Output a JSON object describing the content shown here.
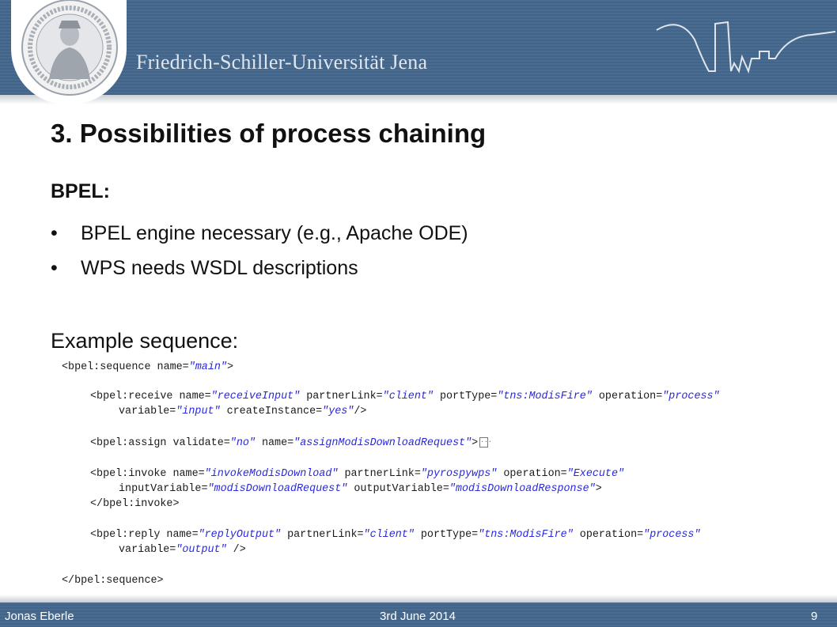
{
  "header": {
    "university": "Friedrich-Schiller-Universität Jena",
    "seal_icon": "university-seal-icon",
    "skyline_icon": "jena-skyline-icon"
  },
  "slide": {
    "title": "3. Possibilities of process chaining",
    "subheading": "BPEL:",
    "bullets": [
      "BPEL engine necessary (e.g., Apache ODE)",
      "WPS needs WSDL descriptions"
    ],
    "bullet_symbol": "•",
    "example_label": "Example sequence:"
  },
  "code": {
    "lines": [
      {
        "indent": 0,
        "parts": [
          "<bpel:sequence name=",
          "\"main\"",
          ">"
        ]
      },
      {
        "indent": 3,
        "parts": [
          "<bpel:receive name=",
          "\"receiveInput\"",
          " partnerLink=",
          "\"client\"",
          " portType=",
          "\"tns:ModisFire\"",
          " operation=",
          "\"process\""
        ]
      },
      {
        "indent": 6,
        "parts": [
          "variable=",
          "\"input\"",
          " createInstance=",
          "\"yes\"",
          "/>"
        ]
      },
      {
        "indent": 3,
        "parts": [
          "<bpel:assign validate=",
          "\"no\"",
          " name=",
          "\"assignModisDownloadRequest\"",
          ">"
        ]
      },
      {
        "indent": 3,
        "parts": [
          "<bpel:invoke name=",
          "\"invokeModisDownload\"",
          " partnerLink=",
          "\"pyrospywps\"",
          " operation=",
          "\"Execute\""
        ]
      },
      {
        "indent": 6,
        "parts": [
          "inputVariable=",
          "\"modisDownloadRequest\"",
          " outputVariable=",
          "\"modisDownloadResponse\"",
          ">"
        ]
      },
      {
        "indent": 3,
        "parts": [
          "</bpel:invoke>"
        ]
      },
      {
        "indent": 3,
        "parts": [
          "<bpel:reply name=",
          "\"replyOutput\"",
          " partnerLink=",
          "\"client\"",
          " portType=",
          "\"tns:ModisFire\"",
          " operation=",
          "\"process\""
        ]
      },
      {
        "indent": 6,
        "parts": [
          "variable=",
          "\"output\"",
          " />"
        ]
      },
      {
        "indent": 0,
        "parts": [
          "</bpel:sequence>"
        ]
      }
    ],
    "fold_marker": "..."
  },
  "footer": {
    "author": "Jonas Eberle",
    "date": "3rd June 2014",
    "page": "9"
  }
}
